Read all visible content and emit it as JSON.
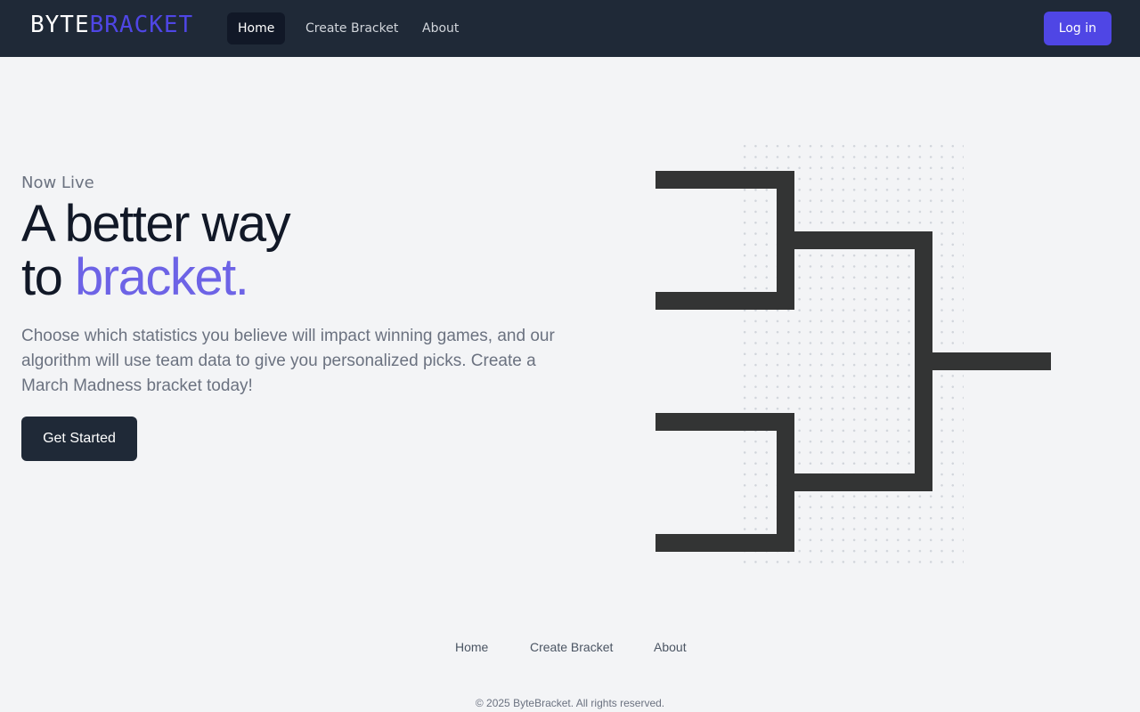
{
  "brand": {
    "part1": "BYTE",
    "part2": "BRACKET"
  },
  "nav": {
    "home": "Home",
    "create": "Create Bracket",
    "about": "About",
    "login": "Log in"
  },
  "hero": {
    "eyebrow": "Now Live",
    "line1": "A better way",
    "line2a": "to",
    "line2b": "bracket.",
    "description": "Choose which statistics you believe will impact winning games, and our algorithm will use team data to give you personalized picks. Create a March Madness bracket today!",
    "cta": "Get Started"
  },
  "footer": {
    "links": [
      "Home",
      "Create Bracket",
      "About"
    ],
    "copyright": "© 2025 ByteBracket. All rights reserved."
  },
  "colors": {
    "accent": "#4f46e5",
    "nav_bg": "#1f2937",
    "highlight": "#6d63e6"
  }
}
